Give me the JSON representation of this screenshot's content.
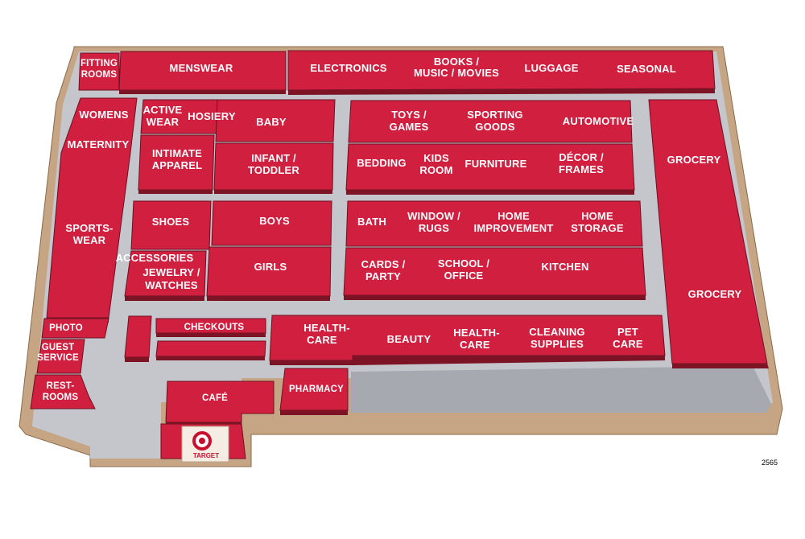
{
  "code": "2565",
  "brand": {
    "name": "TARGET",
    "icon": "bullseye-icon",
    "color": "#c8102e"
  },
  "colors": {
    "department": "#d11f3f",
    "aisle": "#c4c6cc",
    "backroom": "#a7a9b1",
    "wall": "#c6a585"
  },
  "departments": {
    "fitting_rooms": [
      "FITTING",
      "ROOMS"
    ],
    "menswear": [
      "MENSWEAR"
    ],
    "electronics": [
      "ELECTRONICS"
    ],
    "books": [
      "BOOKS /",
      "MUSIC / MOVIES"
    ],
    "luggage": [
      "LUGGAGE"
    ],
    "seasonal": [
      "SEASONAL"
    ],
    "womens": [
      "WOMENS"
    ],
    "maternity": [
      "MATERNITY"
    ],
    "active_wear": [
      "ACTIVE",
      "WEAR"
    ],
    "hosiery": [
      "HOSIERY"
    ],
    "baby": [
      "BABY"
    ],
    "intimate_apparel": [
      "INTIMATE",
      "APPAREL"
    ],
    "infant_toddler": [
      "INFANT /",
      "TODDLER"
    ],
    "toys_games": [
      "TOYS /",
      "GAMES"
    ],
    "sporting_goods": [
      "SPORTING",
      "GOODS"
    ],
    "automotive": [
      "AUTOMOTIVE"
    ],
    "bedding": [
      "BEDDING"
    ],
    "kids_room": [
      "KIDS",
      "ROOM"
    ],
    "furniture": [
      "FURNITURE"
    ],
    "decor_frames": [
      "DÉCOR /",
      "FRAMES"
    ],
    "grocery_top": [
      "GROCERY"
    ],
    "grocery_bottom": [
      "GROCERY"
    ],
    "sportswear": [
      "SPORTS-",
      "WEAR"
    ],
    "shoes": [
      "SHOES"
    ],
    "boys": [
      "BOYS"
    ],
    "bath": [
      "BATH"
    ],
    "window_rugs": [
      "WINDOW /",
      "RUGS"
    ],
    "home_improvement": [
      "HOME",
      "IMPROVEMENT"
    ],
    "home_storage": [
      "HOME",
      "STORAGE"
    ],
    "accessories": [
      "ACCESSORIES"
    ],
    "jewelry_watches": [
      "JEWELRY /",
      "WATCHES"
    ],
    "girls": [
      "GIRLS"
    ],
    "cards_party": [
      "CARDS /",
      "PARTY"
    ],
    "school_office": [
      "SCHOOL /",
      "OFFICE"
    ],
    "kitchen": [
      "KITCHEN"
    ],
    "photo": [
      "PHOTO"
    ],
    "guest_service": [
      "GUEST",
      "SERVICE"
    ],
    "checkouts": [
      "CHECKOUTS"
    ],
    "health_care_1": [
      "HEALTH-",
      "CARE"
    ],
    "beauty": [
      "BEAUTY"
    ],
    "health_care_2": [
      "HEALTH-",
      "CARE"
    ],
    "cleaning_supplies": [
      "CLEANING",
      "SUPPLIES"
    ],
    "pet_care": [
      "PET",
      "CARE"
    ],
    "restrooms": [
      "REST-",
      "ROOMS"
    ],
    "cafe": [
      "CAFÉ"
    ],
    "pharmacy": [
      "PHARMACY"
    ]
  }
}
